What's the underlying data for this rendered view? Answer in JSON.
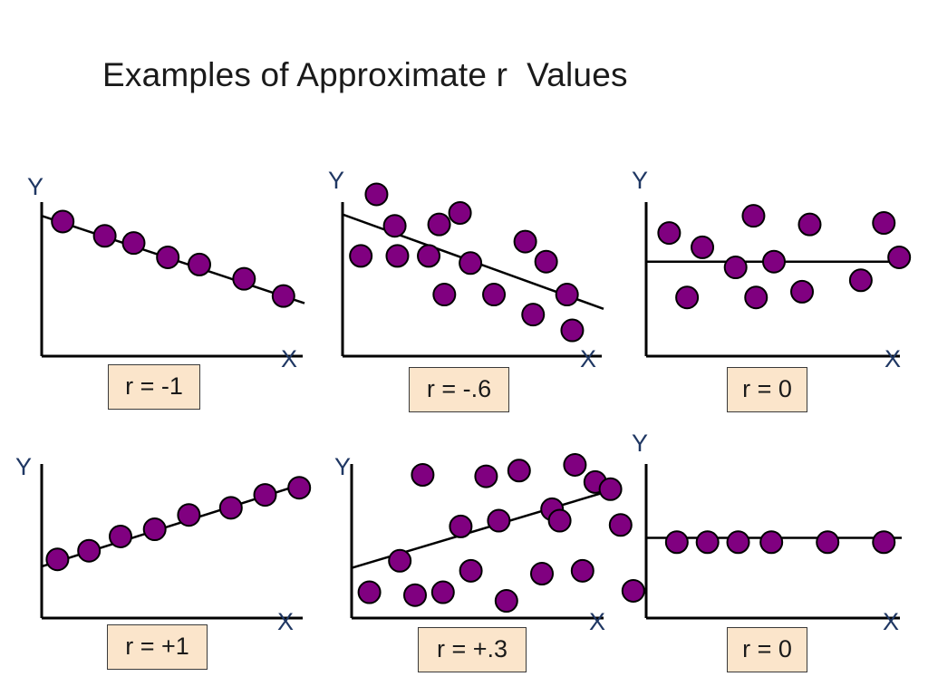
{
  "title": "Examples of Approximate r  Values",
  "colors": {
    "point": "#800080",
    "box": "#fbe5cb",
    "axis_letter": "#1f3763"
  },
  "chart_data": [
    {
      "type": "scatter",
      "panel": "top-left",
      "xlabel": "X",
      "ylabel": "Y",
      "label": "r = -1",
      "xlim": [
        0,
        10
      ],
      "ylim": [
        0,
        10
      ],
      "grid": false,
      "points": [
        [
          0.8,
          9.4
        ],
        [
          2.4,
          8.4
        ],
        [
          3.5,
          7.9
        ],
        [
          4.8,
          6.9
        ],
        [
          6.0,
          6.4
        ],
        [
          7.7,
          5.4
        ],
        [
          9.2,
          4.2
        ]
      ],
      "fit": [
        [
          0,
          9.8
        ],
        [
          10,
          3.7
        ]
      ]
    },
    {
      "type": "scatter",
      "panel": "top-middle",
      "xlabel": "X",
      "ylabel": "Y",
      "label": "r = -.6",
      "xlim": [
        0,
        10
      ],
      "ylim": [
        0,
        10
      ],
      "grid": false,
      "points": [
        [
          1.3,
          11.3
        ],
        [
          2.0,
          9.1
        ],
        [
          0.7,
          7.0
        ],
        [
          2.1,
          7.0
        ],
        [
          3.3,
          7.0
        ],
        [
          3.7,
          9.2
        ],
        [
          4.5,
          10.0
        ],
        [
          4.9,
          6.5
        ],
        [
          3.9,
          4.3
        ],
        [
          5.8,
          4.3
        ],
        [
          7.0,
          8.0
        ],
        [
          7.8,
          6.6
        ],
        [
          7.3,
          2.9
        ],
        [
          8.6,
          4.3
        ],
        [
          8.8,
          1.8
        ]
      ],
      "fit": [
        [
          0,
          9.9
        ],
        [
          10,
          3.3
        ]
      ]
    },
    {
      "type": "scatter",
      "panel": "top-right",
      "xlabel": "X",
      "ylabel": "Y",
      "label": "r = 0",
      "xlim": [
        0,
        10
      ],
      "ylim": [
        0,
        10
      ],
      "grid": false,
      "points": [
        [
          0.9,
          8.6
        ],
        [
          2.2,
          7.6
        ],
        [
          4.2,
          9.8
        ],
        [
          3.5,
          6.2
        ],
        [
          1.6,
          4.1
        ],
        [
          4.3,
          4.1
        ],
        [
          5.0,
          6.6
        ],
        [
          6.4,
          9.2
        ],
        [
          6.1,
          4.5
        ],
        [
          8.4,
          5.3
        ],
        [
          9.3,
          9.3
        ],
        [
          9.9,
          6.9
        ]
      ],
      "fit": [
        [
          0,
          6.6
        ],
        [
          10,
          6.6
        ]
      ]
    },
    {
      "type": "scatter",
      "panel": "bottom-left",
      "xlabel": "X",
      "ylabel": "Y",
      "label": "r = +1",
      "xlim": [
        0,
        10
      ],
      "ylim": [
        0,
        10
      ],
      "grid": false,
      "points": [
        [
          0.6,
          4.1
        ],
        [
          1.8,
          4.7
        ],
        [
          3.0,
          5.7
        ],
        [
          4.3,
          6.2
        ],
        [
          5.6,
          7.2
        ],
        [
          7.2,
          7.7
        ],
        [
          8.5,
          8.6
        ],
        [
          9.8,
          9.1
        ]
      ],
      "fit": [
        [
          0,
          3.6
        ],
        [
          10,
          9.4
        ]
      ]
    },
    {
      "type": "scatter",
      "panel": "bottom-middle",
      "xlabel": "X",
      "ylabel": "Y",
      "label": "r = +.3",
      "xlim": [
        0,
        10
      ],
      "ylim": [
        0,
        10
      ],
      "grid": false,
      "points": [
        [
          0.7,
          1.8
        ],
        [
          1.9,
          4.0
        ],
        [
          2.8,
          10.0
        ],
        [
          2.5,
          1.6
        ],
        [
          3.6,
          1.8
        ],
        [
          4.3,
          6.4
        ],
        [
          5.3,
          9.9
        ],
        [
          4.7,
          3.3
        ],
        [
          6.1,
          1.2
        ],
        [
          5.8,
          6.8
        ],
        [
          6.6,
          10.3
        ],
        [
          7.5,
          3.1
        ],
        [
          7.9,
          7.6
        ],
        [
          8.8,
          10.7
        ],
        [
          8.2,
          6.8
        ],
        [
          9.1,
          3.3
        ],
        [
          9.6,
          9.5
        ],
        [
          10.2,
          9.0
        ],
        [
          10.6,
          6.5
        ],
        [
          11.1,
          1.9
        ]
      ],
      "fit": [
        [
          0,
          3.5
        ],
        [
          10,
          8.8
        ]
      ]
    },
    {
      "type": "scatter",
      "panel": "bottom-right",
      "xlabel": "X",
      "ylabel": "Y",
      "label": "r = 0",
      "xlim": [
        0,
        10
      ],
      "ylim": [
        0,
        10
      ],
      "grid": false,
      "points": [
        [
          1.2,
          5.3
        ],
        [
          2.4,
          5.3
        ],
        [
          3.6,
          5.3
        ],
        [
          4.9,
          5.3
        ],
        [
          7.1,
          5.3
        ],
        [
          9.3,
          5.3
        ]
      ],
      "fit": [
        [
          0,
          5.6
        ],
        [
          10,
          5.6
        ]
      ]
    }
  ]
}
